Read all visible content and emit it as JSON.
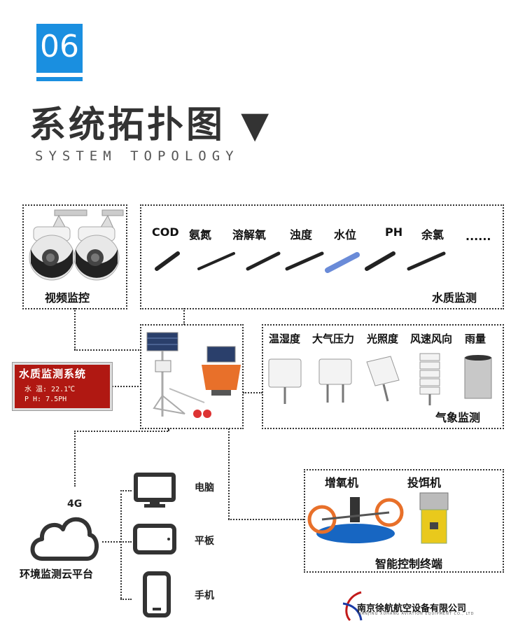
{
  "header": {
    "number": "06",
    "title": "系统拓扑图 ▼",
    "subtitle": "SYSTEM TOPOLOGY"
  },
  "video": {
    "label": "视频监控"
  },
  "water_quality": {
    "sensors": [
      "COD",
      "氨氮",
      "溶解氧",
      "浊度",
      "水位",
      "PH",
      "余氯"
    ],
    "ellipsis": "......",
    "label": "水质监测"
  },
  "weather": {
    "sensors": [
      "温湿度",
      "大气压力",
      "光照度",
      "风速风向",
      "雨量"
    ],
    "label": "气象监测"
  },
  "display": {
    "title": "水质监测系统",
    "row1": "水 温:  22.1℃",
    "row2": "P  H:   7.5PH"
  },
  "cloud": {
    "network": "4G",
    "label": "环境监测云平台"
  },
  "terminals": [
    {
      "label": "电脑",
      "icon": "monitor-icon"
    },
    {
      "label": "平板",
      "icon": "tablet-icon"
    },
    {
      "label": "手机",
      "icon": "phone-icon"
    }
  ],
  "control": {
    "devices": [
      "增氧机",
      "投饵机"
    ],
    "label": "智能控制终端"
  },
  "company": {
    "name": "南京徐航航空设备有限公司",
    "name_en": "NANJING XUHANG AVIATION EQUIPMENT CO., LTD"
  },
  "colors": {
    "accent": "#1a8fe0",
    "display_bg": "#b01812",
    "buoy": "#e8702a"
  }
}
